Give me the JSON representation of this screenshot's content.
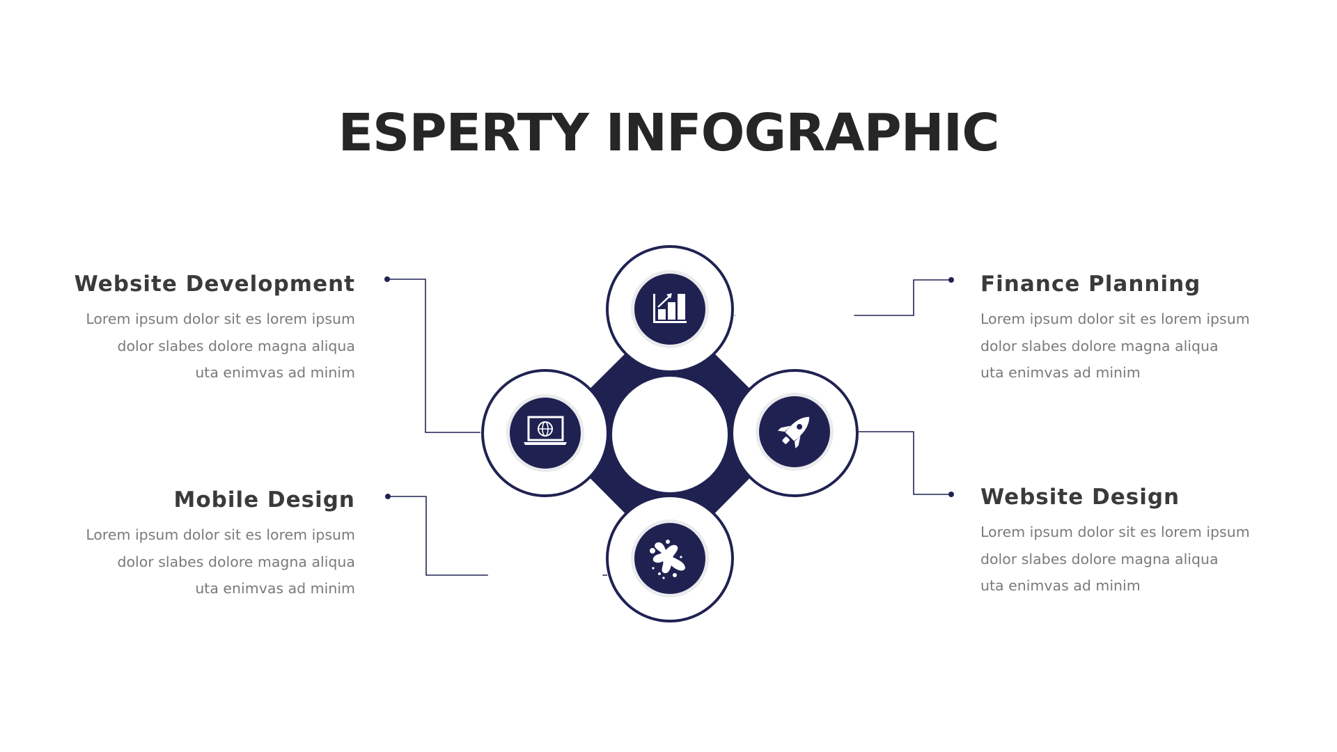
{
  "title": "ESPERTY INFOGRAPHIC",
  "colors": {
    "navy": "#1f2251",
    "ring": "#ebebee",
    "heading": "#3a3a3a",
    "body": "#7a7a7a",
    "title": "#262626"
  },
  "items": [
    {
      "position": "left-top",
      "heading": "Website Development",
      "lines": [
        "Lorem ipsum dolor sit es lorem ipsum",
        "dolor slabes dolore magna aliqua",
        "uta enimvas ad minim"
      ],
      "icon": "laptop-globe-icon"
    },
    {
      "position": "left-bottom",
      "heading": "Mobile Design",
      "lines": [
        "Lorem ipsum dolor sit es lorem ipsum",
        "dolor slabes dolore magna aliqua",
        "uta enimvas ad minim"
      ],
      "icon": "paint-splash-icon"
    },
    {
      "position": "right-top",
      "heading": "Finance Planning",
      "lines": [
        "Lorem ipsum dolor sit es lorem ipsum",
        "dolor slabes dolore magna aliqua",
        "uta enimvas ad minim"
      ],
      "icon": "growth-chart-icon"
    },
    {
      "position": "right-bottom",
      "heading": "Website Design",
      "lines": [
        "Lorem ipsum dolor sit es lorem ipsum",
        "dolor slabes dolore magna aliqua",
        "uta enimvas ad minim"
      ],
      "icon": "rocket-icon"
    }
  ]
}
